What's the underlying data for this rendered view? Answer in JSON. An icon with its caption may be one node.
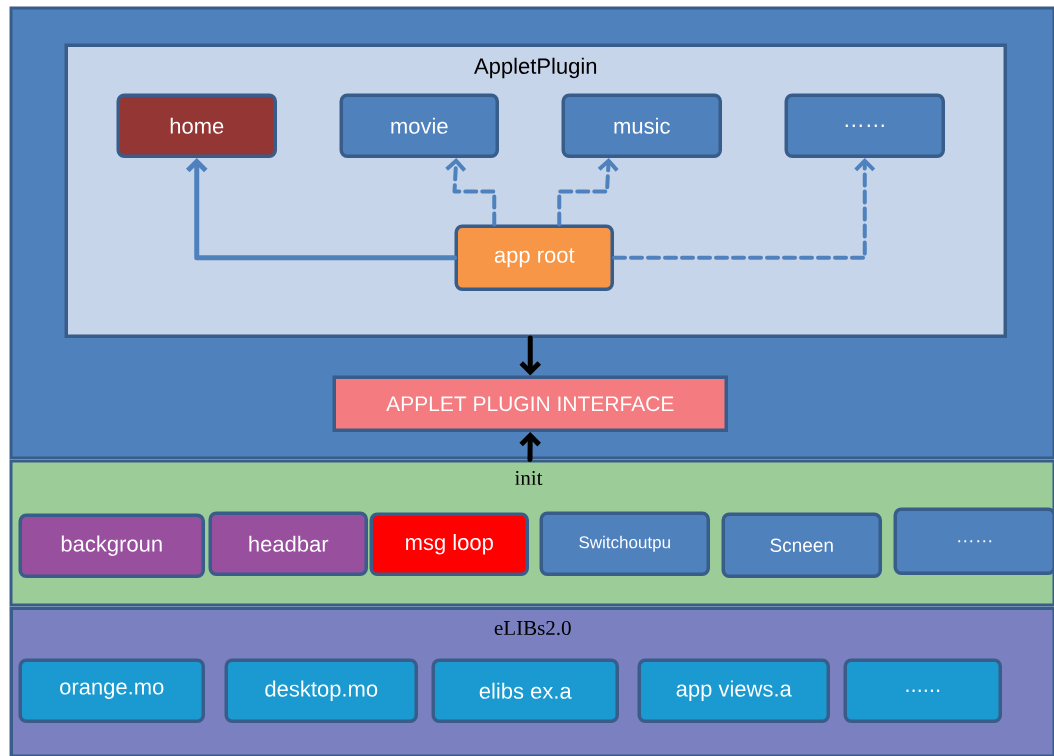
{
  "diagram": {
    "nodes": [
      {
        "text": [],
        "shape": "box"
      },
      {
        "text": [
          "AppletPlugin"
        ],
        "in": 0
      },
      {
        "text": [
          "home"
        ],
        "in": 1
      },
      {
        "text": [
          "movie"
        ],
        "in": 1
      },
      {
        "text": [
          "music"
        ],
        "in": 1
      },
      {
        "text": [
          "……"
        ],
        "in": 1
      },
      {
        "text": [
          "app  root"
        ],
        "in": 1
      },
      {
        "text": [
          "APPLET  PLUGIN  INTERFACE"
        ],
        "in": 0
      },
      {
        "text": [],
        "shape": "box"
      },
      {
        "text": [
          "backgroun"
        ],
        "in": 8
      },
      {
        "text": [
          "headbar"
        ],
        "in": 8
      },
      {
        "text": [
          "msg loop"
        ],
        "in": 8
      },
      {
        "text": [
          "Switchoutpu"
        ],
        "in": 8
      },
      {
        "text": [
          "Scneen"
        ],
        "in": 8
      },
      {
        "text": [
          "……"
        ],
        "in": 8
      },
      {
        "text": [
          "eLIBs2.0"
        ]
      },
      {
        "text": [
          "orange.mo"
        ],
        "in": 15
      },
      {
        "text": [
          "desktop.mo"
        ],
        "in": 15
      },
      {
        "text": [
          "elibs  ex.a"
        ],
        "in": 15
      },
      {
        "text": [
          "app  views.a"
        ],
        "in": 15
      },
      {
        "text": [
          "......"
        ],
        "in": 15
      }
    ],
    "edges": [
      {
        "from": 6,
        "to": 2,
        "arrow": "to"
      },
      {
        "from": 6,
        "to": 3,
        "arrow": "to",
        "style": "dashed"
      },
      {
        "from": 6,
        "to": 4,
        "arrow": "to",
        "style": "dashed"
      },
      {
        "from": 6,
        "to": 5,
        "arrow": "to",
        "style": "dashed"
      },
      {
        "from": 1,
        "to": 7,
        "arrow": "to",
        "color": "#000000"
      },
      {
        "from": 8,
        "to": 7,
        "arrow": "to",
        "label": "init",
        "color": "#000000"
      }
    ]
  }
}
